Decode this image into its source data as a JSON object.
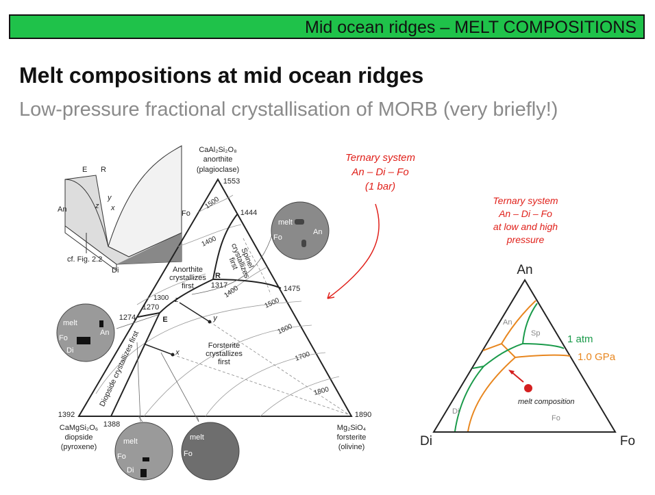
{
  "header": {
    "title": "Mid ocean ridges – MELT COMPOSITIONS"
  },
  "slide": {
    "title": "Melt compositions at mid ocean ridges",
    "subtitle": "Low-pressure fractional crystallisation of MORB (very briefly!)"
  },
  "annotation_left": {
    "line1": "Ternary system",
    "line2": "An – Di – Fo",
    "line3": "(1 bar)"
  },
  "annotation_right": {
    "line1": "Ternary system",
    "line2": "An – Di – Fo",
    "line3": "at low and high",
    "line4": "pressure"
  },
  "left_diagram": {
    "apex": {
      "formula": "CaAl₂Si₂O₈",
      "name": "anorthite",
      "group": "(plagioclase)",
      "temp": "1553"
    },
    "left": {
      "formula": "CaMgSi₂O₆",
      "name": "diopside",
      "group": "(pyroxene)",
      "temp": "1392",
      "temp2": "1388"
    },
    "right": {
      "formula": "Mg₂SiO₄",
      "name": "forsterite",
      "group": "(olivine)",
      "temp": "1890"
    },
    "points": {
      "p1444": "1444",
      "p1475": "1475",
      "p1317": "1317",
      "p1274": "1274",
      "p1270": "1270",
      "R": "R",
      "E": "E",
      "x": "x",
      "y": "y",
      "z": "z"
    },
    "isotherms": [
      "1500",
      "1400",
      "1400",
      "1300",
      "1500",
      "1600",
      "1700",
      "1800"
    ],
    "fields": {
      "anorthite": [
        "Anorthite",
        "crystallizes",
        "first"
      ],
      "spinel": [
        "Spinel",
        "crystallizes",
        "first"
      ],
      "forsterite": [
        "Forsterite",
        "crystallizes",
        "first"
      ],
      "diopside": "Diopside crystallizes first"
    },
    "inset": {
      "E": "E",
      "R": "R",
      "An": "An",
      "Fo": "Fo",
      "Di": "Di",
      "x": "x",
      "y": "y",
      "z": "z",
      "ref": "cf. Fig. 2.2"
    },
    "circles": {
      "melt": "melt",
      "Fo": "Fo",
      "An": "An",
      "Di": "Di"
    }
  },
  "right_diagram": {
    "corners": {
      "top": "An",
      "left": "Di",
      "right": "Fo"
    },
    "fields": {
      "An": "An",
      "Sp": "Sp",
      "Di": "Di",
      "Fo": "Fo"
    },
    "legend": {
      "low": "1 atm",
      "high": "1.0 GPa"
    },
    "melt_label": "melt composition",
    "colors": {
      "low": "#1a9a4a",
      "high": "#e8861e",
      "melt": "#d42020"
    }
  }
}
